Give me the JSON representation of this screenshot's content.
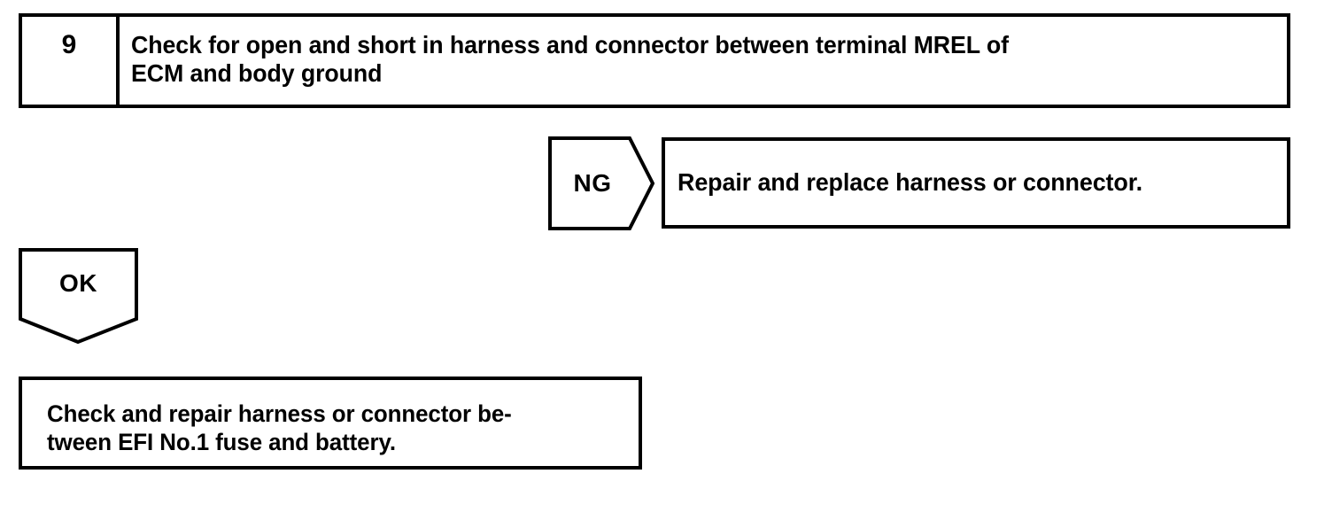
{
  "diagram": {
    "type": "troubleshooting-flowchart",
    "colors": {
      "line": "#000000",
      "background": "#ffffff",
      "text": "#000000"
    },
    "step": {
      "number": "9",
      "instruction": "Check for open and short in harness and connector between terminal MREL of\nECM and body ground"
    },
    "branches": [
      {
        "tag": "NG",
        "shape": "pentagon-right",
        "result": "Repair and replace harness or connector."
      },
      {
        "tag": "OK",
        "shape": "pentagon-down",
        "result": "Check and repair harness or connector be-\ntween EFI No.1 fuse and battery."
      }
    ],
    "ng": {
      "tag_label": "NG",
      "result_text": "Repair and replace harness or connector."
    },
    "ok": {
      "tag_label": "OK",
      "result_text": "Check and repair harness or connector be-\ntween EFI No.1 fuse and battery."
    }
  }
}
